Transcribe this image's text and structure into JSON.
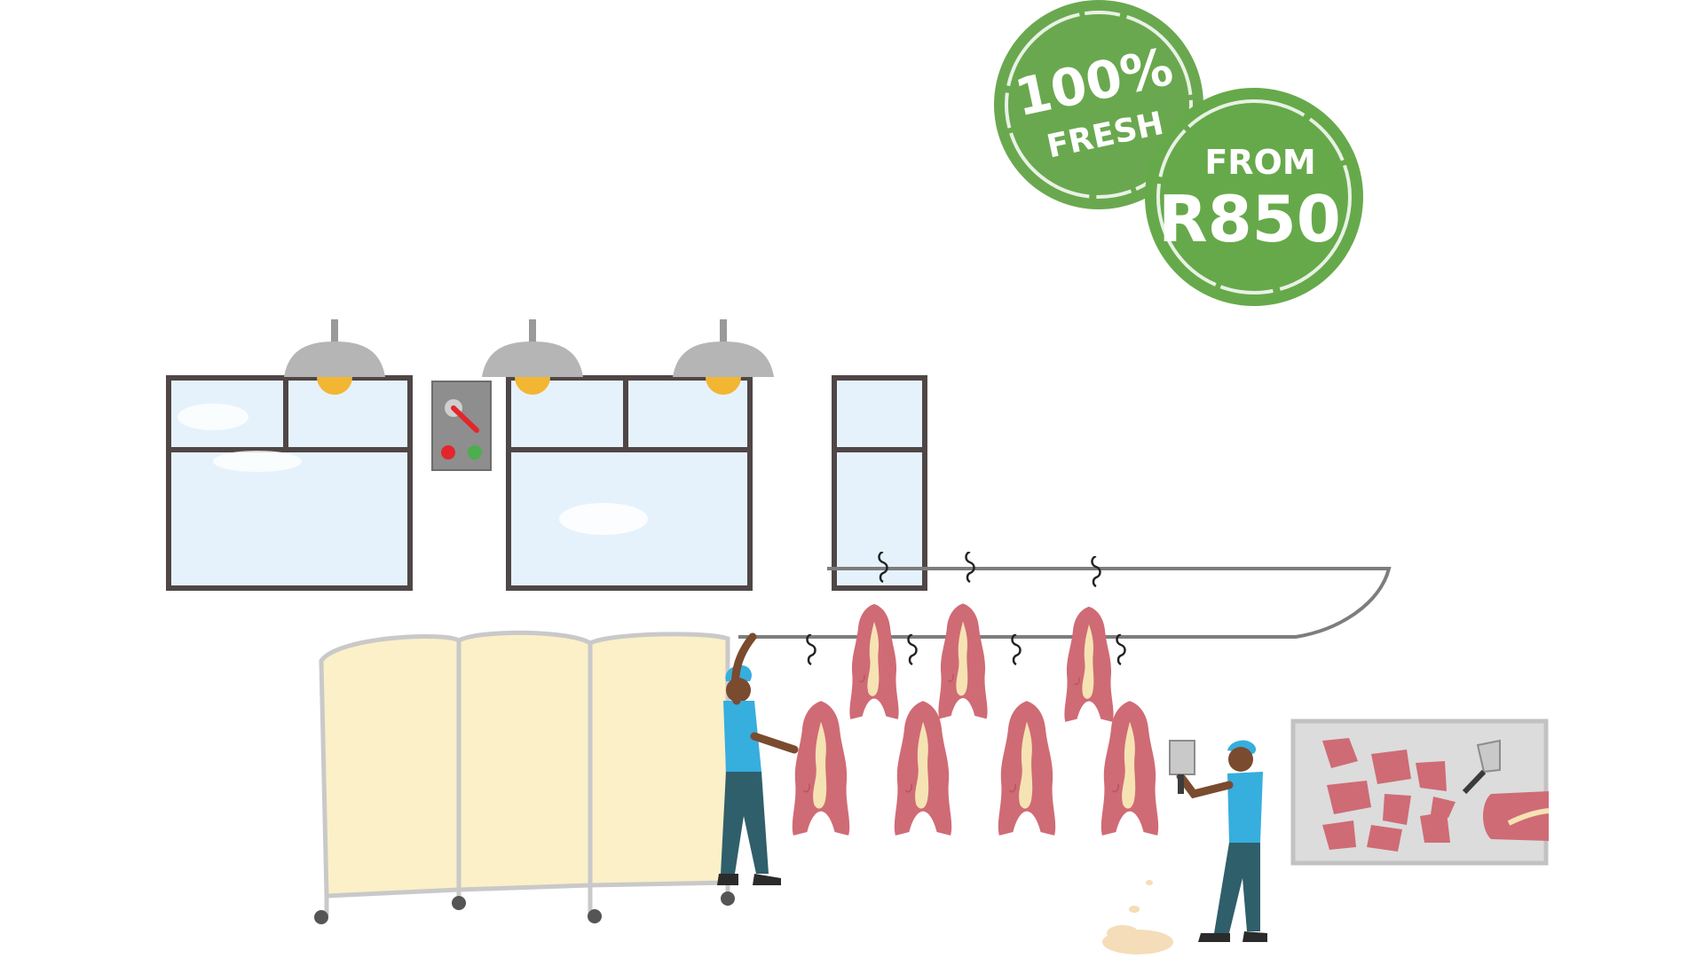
{
  "badges": {
    "fresh": {
      "line1": "100%",
      "line2": "FRESH"
    },
    "price": {
      "line1": "FROM",
      "line2": "R850"
    }
  },
  "colors": {
    "badge_green": "#6aa84f",
    "badge_green_dark": "#5a9a40",
    "window_frame": "#4f4646",
    "window_sky": "#e6f2fb",
    "lamp_shade": "#b5b5b5",
    "lamp_bulb": "#f2b632",
    "meat": "#cf6b75",
    "fat": "#f6e3b4",
    "screen_fabric": "#fbf0c8",
    "worker_shirt": "#36aede",
    "worker_pants": "#2f5f6a",
    "worker_skin": "#7a4b2e",
    "tray": "#dcdcdc"
  },
  "icons": {
    "lamp": "pendant-lamp-icon",
    "control_panel": "lever-switch-icon",
    "cleaver": "cleaver-icon",
    "hook": "meat-hook-icon"
  }
}
